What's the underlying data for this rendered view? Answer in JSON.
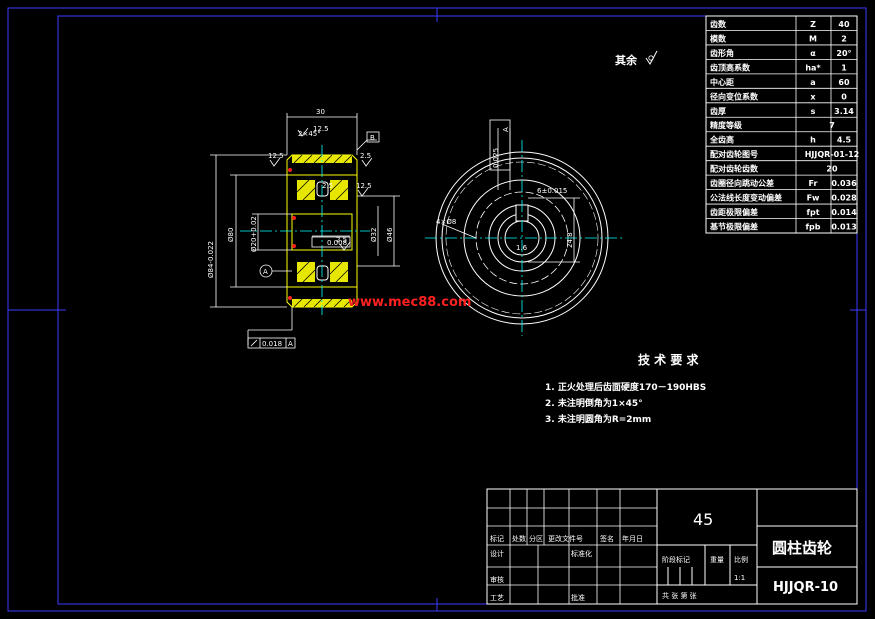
{
  "params": [
    {
      "name": "齿数",
      "sym": "Z",
      "val": "40"
    },
    {
      "name": "模数",
      "sym": "M",
      "val": "2"
    },
    {
      "name": "齿形角",
      "sym": "α",
      "val": "20°"
    },
    {
      "name": "齿顶高系数",
      "sym": "ha*",
      "val": "1"
    },
    {
      "name": "中心距",
      "sym": "a",
      "val": "60"
    },
    {
      "name": "径向变位系数",
      "sym": "x",
      "val": "0"
    },
    {
      "name": "齿厚",
      "sym": "s",
      "val": "3.14"
    },
    {
      "name": "精度等级",
      "sym": "",
      "val": "7"
    },
    {
      "name": "全齿高",
      "sym": "h",
      "val": "4.5"
    },
    {
      "name": "配对齿轮图号",
      "sym": "",
      "val": "HJJQR-01-12"
    },
    {
      "name": "配对齿轮齿数",
      "sym": "",
      "val": "20"
    },
    {
      "name": "齿圈径向跳动公差",
      "sym": "Fr",
      "val": "0.036"
    },
    {
      "name": "公法线长度变动偏差",
      "sym": "Fw",
      "val": "0.028"
    },
    {
      "name": "齿距极限偏差",
      "sym": "fpt",
      "val": "0.014"
    },
    {
      "name": "基节极限偏差",
      "sym": "fpb",
      "val": "0.013"
    }
  ],
  "note_rest": "其余",
  "watermark": "www.mec88.com",
  "tech": {
    "title": "技 术 要 求",
    "items": [
      "1.  正火处理后齿面硬度170－190HBS",
      "2.  未注明倒角为1×45°",
      "3.  未注明圆角为R=2mm"
    ]
  },
  "dims": {
    "width": "30",
    "chamfer": "2×45°",
    "rough1": "12.5",
    "rough2": "2.5",
    "rough3": "12.5",
    "rough4": "2.5",
    "rough5": "12.5",
    "rough6": "2.5",
    "d_tip": "Ø84-0.022",
    "d_80": "Ø80",
    "d_20": "Ø20+0.02",
    "d_32": "Ø32",
    "d_46": "Ø46",
    "flat": "0.008",
    "runout": "0.018",
    "datum": "A",
    "datum_b": "B",
    "keyway": "6±0.015",
    "key_depth": "24.8",
    "v_label": "1.6",
    "hole": "4×Ø8",
    "sym_tol": "0.025",
    "sym_ref": "A"
  },
  "title_block": {
    "material": "45",
    "part_name": "圆柱齿轮",
    "drawing_no": "HJJQR-10",
    "rev_headers": [
      "标记",
      "处数",
      "分区",
      "更改文件号",
      "签名",
      "年月日"
    ],
    "design": "设计",
    "standard": "标准化",
    "stage": "阶段标记",
    "weight": "重量",
    "scale_label": "比例",
    "scale": "1:1",
    "review": "审核",
    "process": "工艺",
    "approve": "批准",
    "sheets": "共  张  第  张"
  }
}
